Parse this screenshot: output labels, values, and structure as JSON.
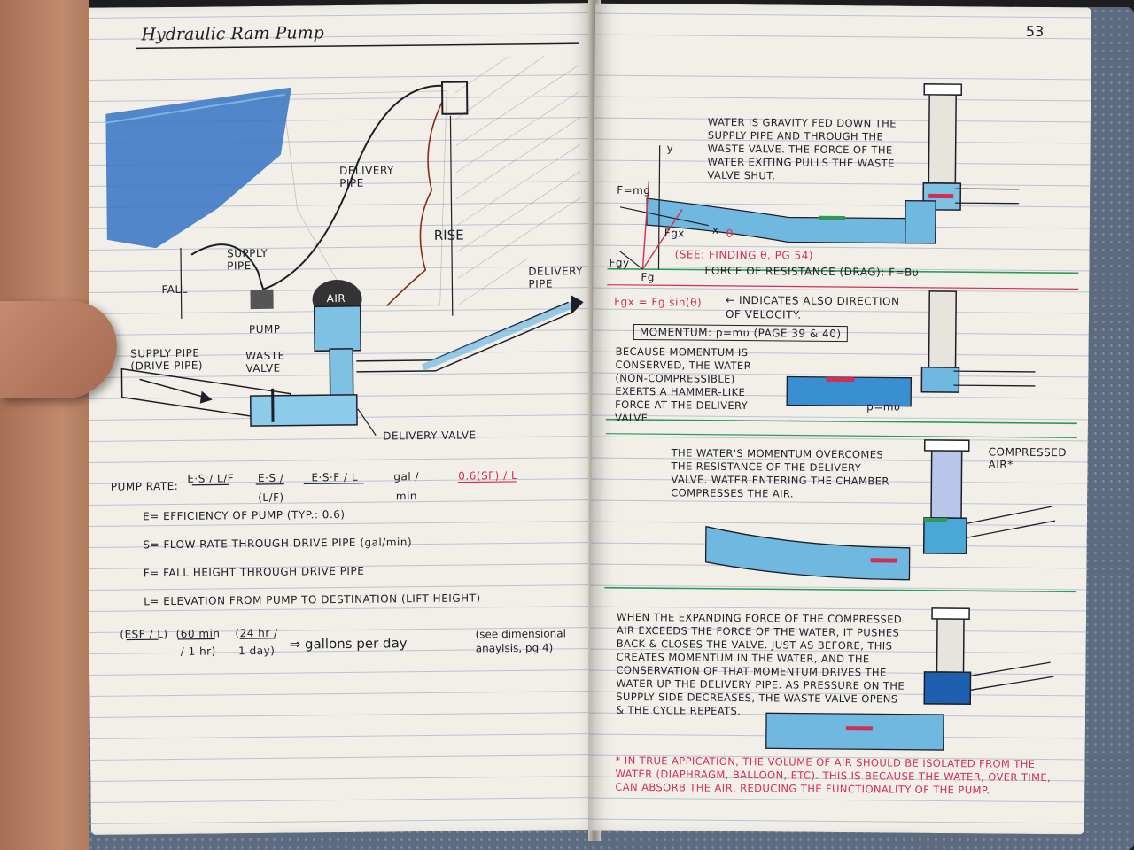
{
  "left_page": {
    "title": "Hydraulic Ram Pump",
    "labels": {
      "delivery_pipe_top": "DELIVERY PIPE",
      "rise": "RISE",
      "supply_pipe": "SUPPLY PIPE",
      "fall": "FALL",
      "pump": "PUMP",
      "air": "AIR",
      "delivery_pipe_right": "DELIVERY PIPE",
      "supply_pipe_drive": "SUPPLY PIPE (DRIVE PIPE)",
      "waste_valve": "WASTE VALVE",
      "delivery_valve": "DELIVERY VALVE"
    },
    "formula": {
      "label": "PUMP RATE:",
      "f1": "E·S / L/F",
      "f2": "E·S / (L/F)",
      "f3": "E·S·F / L",
      "units": "gal / min",
      "f4": "0.6(SF) / L"
    },
    "definitions": [
      "E= EFFICIENCY OF PUMP (TYP.: 0.6)",
      "S= FLOW RATE THROUGH DRIVE PIPE (gal/min)",
      "F= FALL HEIGHT THROUGH DRIVE PIPE",
      "L= ELEVATION FROM PUMP TO DESTINATION (LIFT HEIGHT)"
    ],
    "conversion": {
      "t1": "(ESF / L)",
      "t2": "(60 min / 1 hr)",
      "t3": "(24 hr / 1 day)",
      "result": "⇒ gallons per day",
      "note": "(see dimensional anaylsis, pg 4)"
    }
  },
  "right_page": {
    "page_number": "53",
    "step1": "WATER IS GRAVITY FED DOWN THE SUPPLY PIPE AND THROUGH THE WASTE VALVE. THE FORCE OF THE WATER EXITING PULLS THE WASTE VALVE SHUT.",
    "force_labels": {
      "fmg": "F=mg",
      "y": "y",
      "x": "x",
      "fgx": "Fgx",
      "fgy": "Fgy",
      "fg": "Fg",
      "theta": "θ",
      "see": "(SEE: FINDING θ, PG 54)",
      "drag": "FORCE OF RESISTANCE (DRAG): F=Bυ"
    },
    "fgx_eq": "Fgx = Fg sin(θ)",
    "fgx_note": "← INDICATES ALSO DIRECTION OF VELOCITY.",
    "momentum_box": "MOMENTUM: p=mυ (PAGE 39 & 40)",
    "step2": "BECAUSE MOMENTUM IS CONSERVED, THE WATER (NON-COMPRESSIBLE) EXERTS A HAMMER-LIKE FORCE AT THE DELIVERY VALVE.",
    "pmv": "p=mυ",
    "step3": "THE WATER'S MOMENTUM OVERCOMES THE RESISTANCE OF THE DELIVERY VALVE. WATER ENTERING THE CHAMBER COMPRESSES THE AIR.",
    "compressed": "COMPRESSED AIR*",
    "step4": "WHEN THE EXPANDING FORCE OF THE COMPRESSED AIR EXCEEDS THE FORCE OF THE WATER, IT PUSHES BACK & CLOSES THE VALVE. JUST AS BEFORE, THIS CREATES MOMENTUM IN THE WATER, AND THE CONSERVATION OF THAT MOMENTUM DRIVES THE WATER UP THE DELIVERY PIPE. AS PRESSURE ON THE SUPPLY SIDE DECREASES, THE WASTE VALVE OPENS & THE CYCLE REPEATS.",
    "footnote": "* IN TRUE APPICATION, THE VOLUME OF AIR SHOULD BE ISOLATED FROM THE WATER (DIAPHRAGM, BALLOON, ETC). THIS IS BECAUSE THE WATER, OVER TIME, CAN ABSORB THE AIR, REDUCING THE FUNCTIONALITY OF THE PUMP."
  },
  "colors": {
    "paper": "#f2efe8",
    "rule": "#b9c4d8",
    "ink": "#1e1e28",
    "water_blue": "#4aa7d8",
    "deep_blue": "#1f5fb0",
    "red_ink": "#d12f55",
    "green_ink": "#2e9a5a"
  }
}
